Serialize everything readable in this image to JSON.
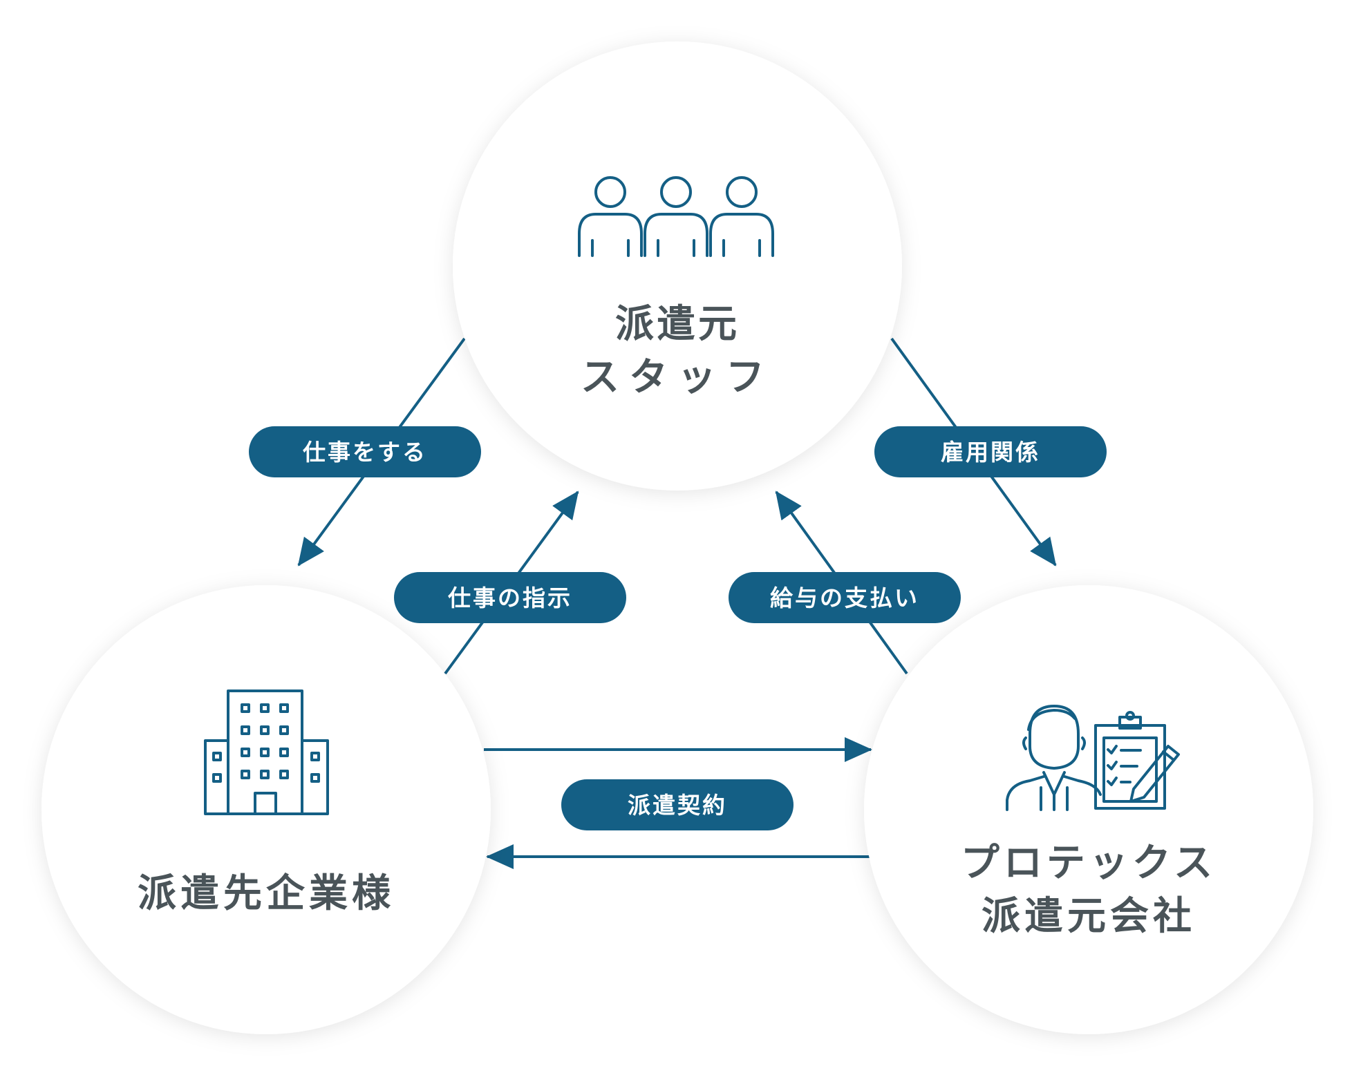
{
  "colors": {
    "accent": "#145f85",
    "text": "#4a5459",
    "circle_fill": "#ffffff",
    "background": "#ffffff"
  },
  "nodes": {
    "staff": {
      "icon": "people-group-icon",
      "line1": "派遣元",
      "line2": "スタッフ"
    },
    "client": {
      "icon": "office-building-icon",
      "line1": "派遣先企業様"
    },
    "agency": {
      "icon": "person-clipboard-icon",
      "line1": "プロテックス",
      "line2": "派遣元会社"
    }
  },
  "relations": {
    "do_work": "仕事をする",
    "employment": "雇用関係",
    "work_instruction": "仕事の指示",
    "salary_payment": "給与の支払い",
    "dispatch_contract": "派遣契約"
  }
}
